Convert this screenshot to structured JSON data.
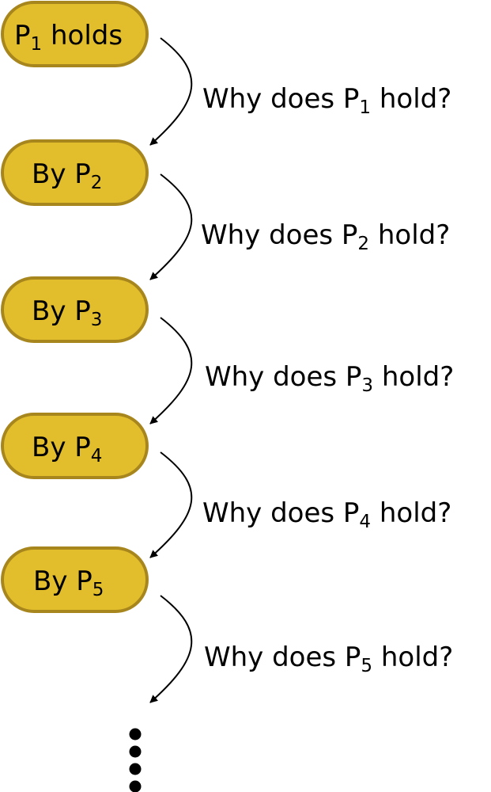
{
  "nodes": [
    {
      "main": "P",
      "sub": "1",
      "suffix": " holds"
    },
    {
      "main": "By P",
      "sub": "2",
      "suffix": ""
    },
    {
      "main": "By P",
      "sub": "3",
      "suffix": ""
    },
    {
      "main": "By P",
      "sub": "4",
      "suffix": ""
    },
    {
      "main": "By P",
      "sub": "5",
      "suffix": ""
    }
  ],
  "questions": [
    {
      "main": "Why does P",
      "sub": "1",
      "suffix": " hold?"
    },
    {
      "main": "Why does P",
      "sub": "2",
      "suffix": " hold?"
    },
    {
      "main": "Why does P",
      "sub": "3",
      "suffix": " hold?"
    },
    {
      "main": "Why does P",
      "sub": "4",
      "suffix": " hold?"
    },
    {
      "main": "Why does P",
      "sub": "5",
      "suffix": " hold?"
    }
  ],
  "colors": {
    "node_fill": "#E2BE2C",
    "node_stroke": "#A8861E",
    "text": "#000000",
    "arrow": "#000000"
  },
  "icons": {
    "arrowhead": "arrowhead-icon",
    "continuation": "vertical-ellipsis-icon"
  }
}
